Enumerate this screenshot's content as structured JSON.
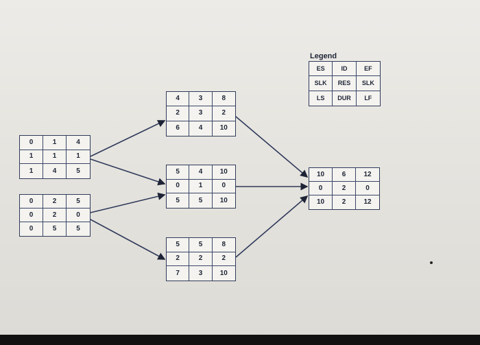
{
  "legend": {
    "title": "Legend",
    "cells": [
      "ES",
      "ID",
      "EF",
      "SLK",
      "RES",
      "SLK",
      "LS",
      "DUR",
      "LF"
    ]
  },
  "nodes": [
    {
      "id": "a",
      "cells": [
        "0",
        "1",
        "4",
        "1",
        "1",
        "1",
        "1",
        "4",
        "5"
      ]
    },
    {
      "id": "b",
      "cells": [
        "0",
        "2",
        "5",
        "0",
        "2",
        "0",
        "0",
        "5",
        "5"
      ]
    },
    {
      "id": "c",
      "cells": [
        "4",
        "3",
        "8",
        "2",
        "3",
        "2",
        "6",
        "4",
        "10"
      ]
    },
    {
      "id": "d",
      "cells": [
        "5",
        "4",
        "10",
        "0",
        "1",
        "0",
        "5",
        "5",
        "10"
      ]
    },
    {
      "id": "e",
      "cells": [
        "5",
        "5",
        "8",
        "2",
        "2",
        "2",
        "7",
        "3",
        "10"
      ]
    },
    {
      "id": "f",
      "cells": [
        "10",
        "6",
        "12",
        "0",
        "2",
        "0",
        "10",
        "2",
        "12"
      ]
    }
  ],
  "colors": {
    "line": "#2f3a5a",
    "paper": "#e8e6e1"
  }
}
